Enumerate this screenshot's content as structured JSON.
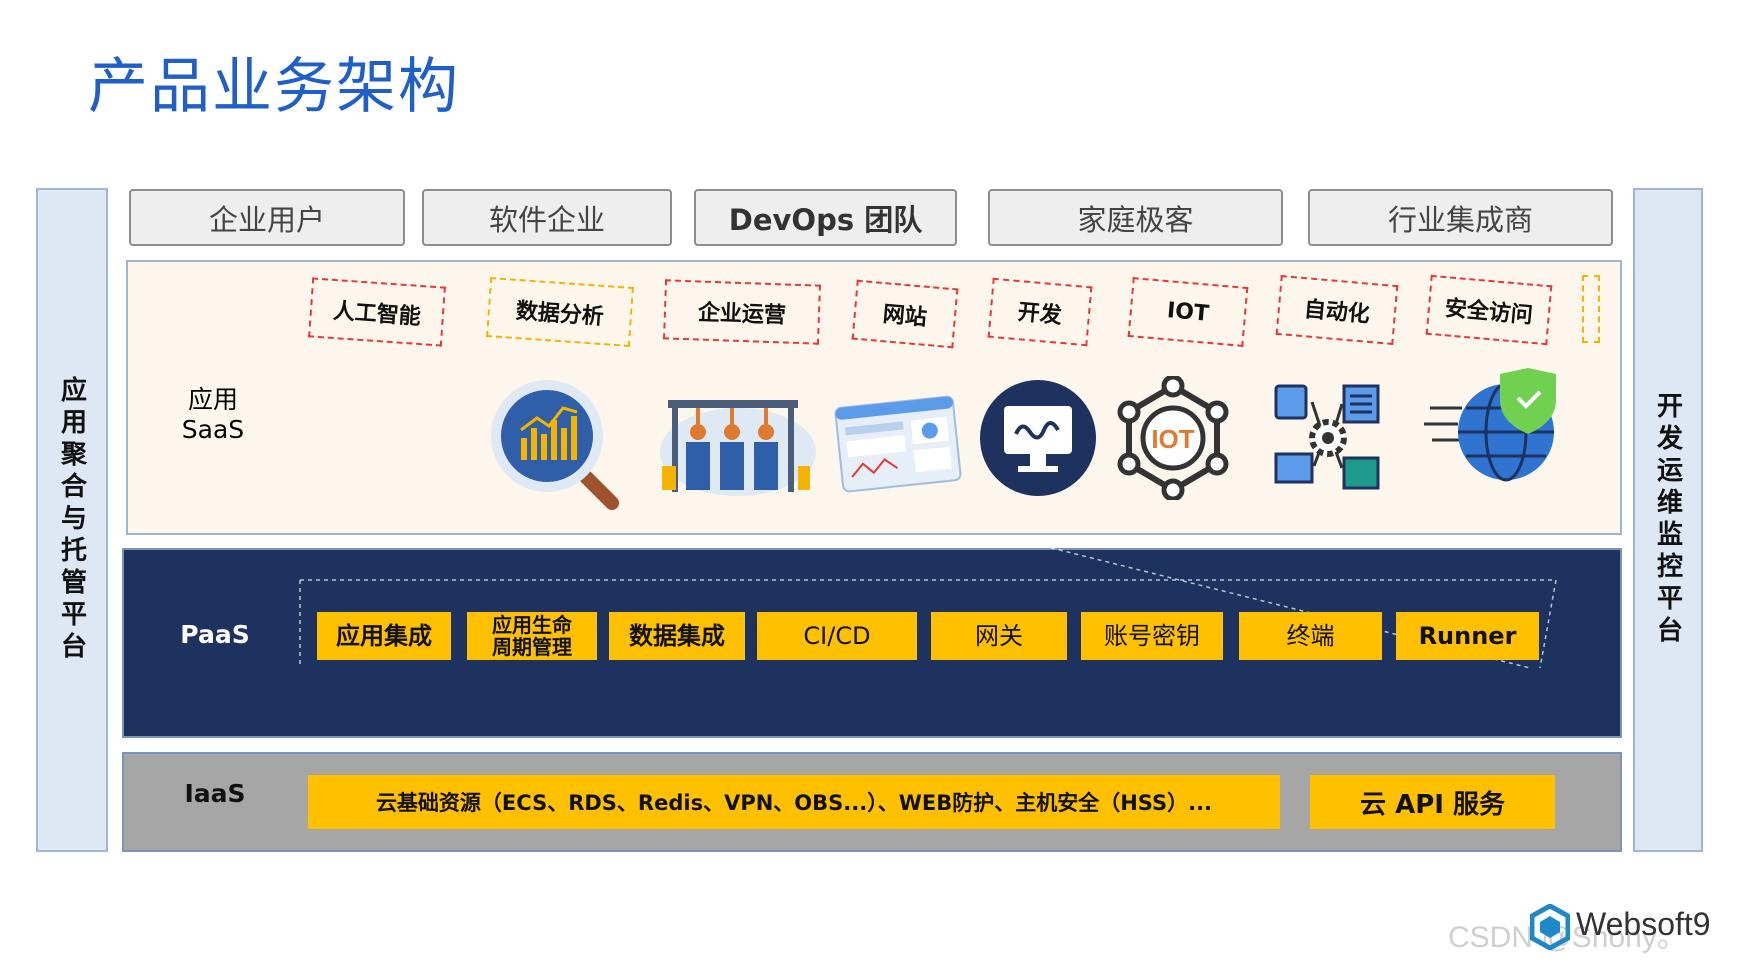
{
  "title": "产品业务架构",
  "left_sidebar": "应用聚合与托管平台",
  "right_sidebar": "开发运维监控平台",
  "users": [
    "企业用户",
    "软件企业",
    "DevOps 团队",
    "家庭极客",
    "行业集成商"
  ],
  "saas": {
    "label_line1": "应用",
    "label_line2": "SaaS",
    "tags": [
      "人工智能",
      "数据分析",
      "企业运营",
      "网站",
      "开发",
      "IOT",
      "自动化",
      "安全访问"
    ],
    "iot_icon_text": "IOT"
  },
  "paas": {
    "label": "PaaS",
    "items": [
      "应用集成",
      "应用生命周期管理",
      "数据集成",
      "CI/CD",
      "网关",
      "账号密钥",
      "终端",
      "Runner"
    ],
    "lifecycle_line1": "应用生命",
    "lifecycle_line2": "周期管理"
  },
  "iaas": {
    "label": "IaaS",
    "resources": "云基础资源（ECS、RDS、Redis、VPN、OBS...）、WEB防护、主机安全（HSS）...",
    "api": "云 API 服务"
  },
  "watermark": {
    "logo": "Websoft9",
    "csdn": "CSDN @Shony。"
  },
  "colors": {
    "title": "#1f5fc7",
    "paas_bg": "#1e3260",
    "iaas_bg": "#a6a6a6",
    "button": "#ffc000",
    "sidebar": "#dde8f4",
    "tag_border": "#e53935"
  }
}
